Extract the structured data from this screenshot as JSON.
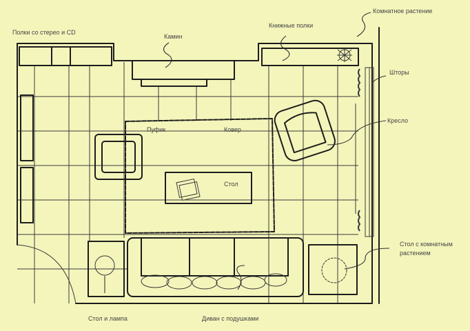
{
  "title": "План гостиной",
  "labels": {
    "shelves_stereo": "Полки со стерео и CD",
    "fireplace": "Камин",
    "bookshelves": "Книжные полки",
    "houseplant": "Комнатное растение",
    "curtains": "Шторы",
    "armchair": "Кресло",
    "ottoman": "Пуфик",
    "rug": "Ковер",
    "table": "Стол",
    "plant_table_line1": "Стол с комнатным",
    "plant_table_line2": "растением",
    "side_table_lamp": "Стол и лампа",
    "sofa": "Диван с подушками"
  },
  "colors": {
    "background": "#f4f5bb",
    "ink": "#1c1c1c"
  }
}
